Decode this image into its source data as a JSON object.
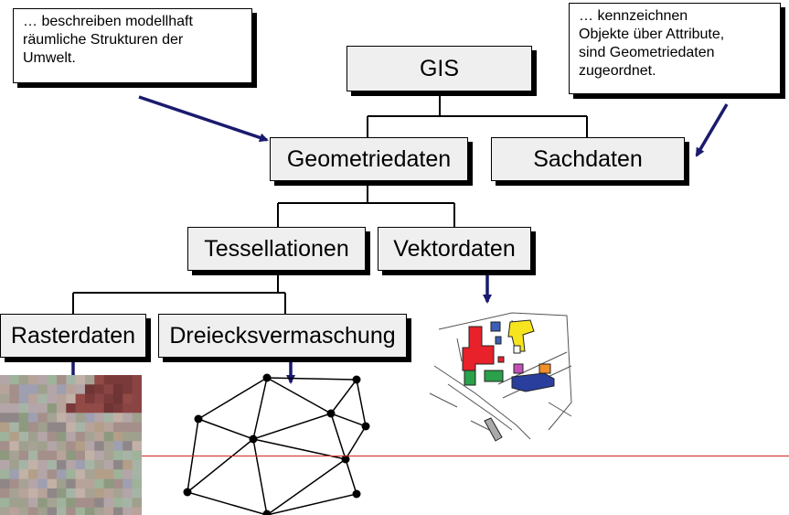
{
  "notes": {
    "left": "… beschreiben modellhaft\nräumliche Strukturen der\nUmwelt.",
    "right": "… kennzeichnen\nObjekte über Attribute,\nsind Geometriedaten\nzugeordnet."
  },
  "nodes": {
    "gis": "GIS",
    "geometriedaten": "Geometriedaten",
    "sachdaten": "Sachdaten",
    "tessellationen": "Tessellationen",
    "vektordaten": "Vektordaten",
    "rasterdaten": "Rasterdaten",
    "dreiecksvermaschung": "Dreiecksvermaschung"
  },
  "colors": {
    "arrow": "#1a1a6e",
    "node_fill": "#efefef",
    "divider": "#d62424"
  }
}
